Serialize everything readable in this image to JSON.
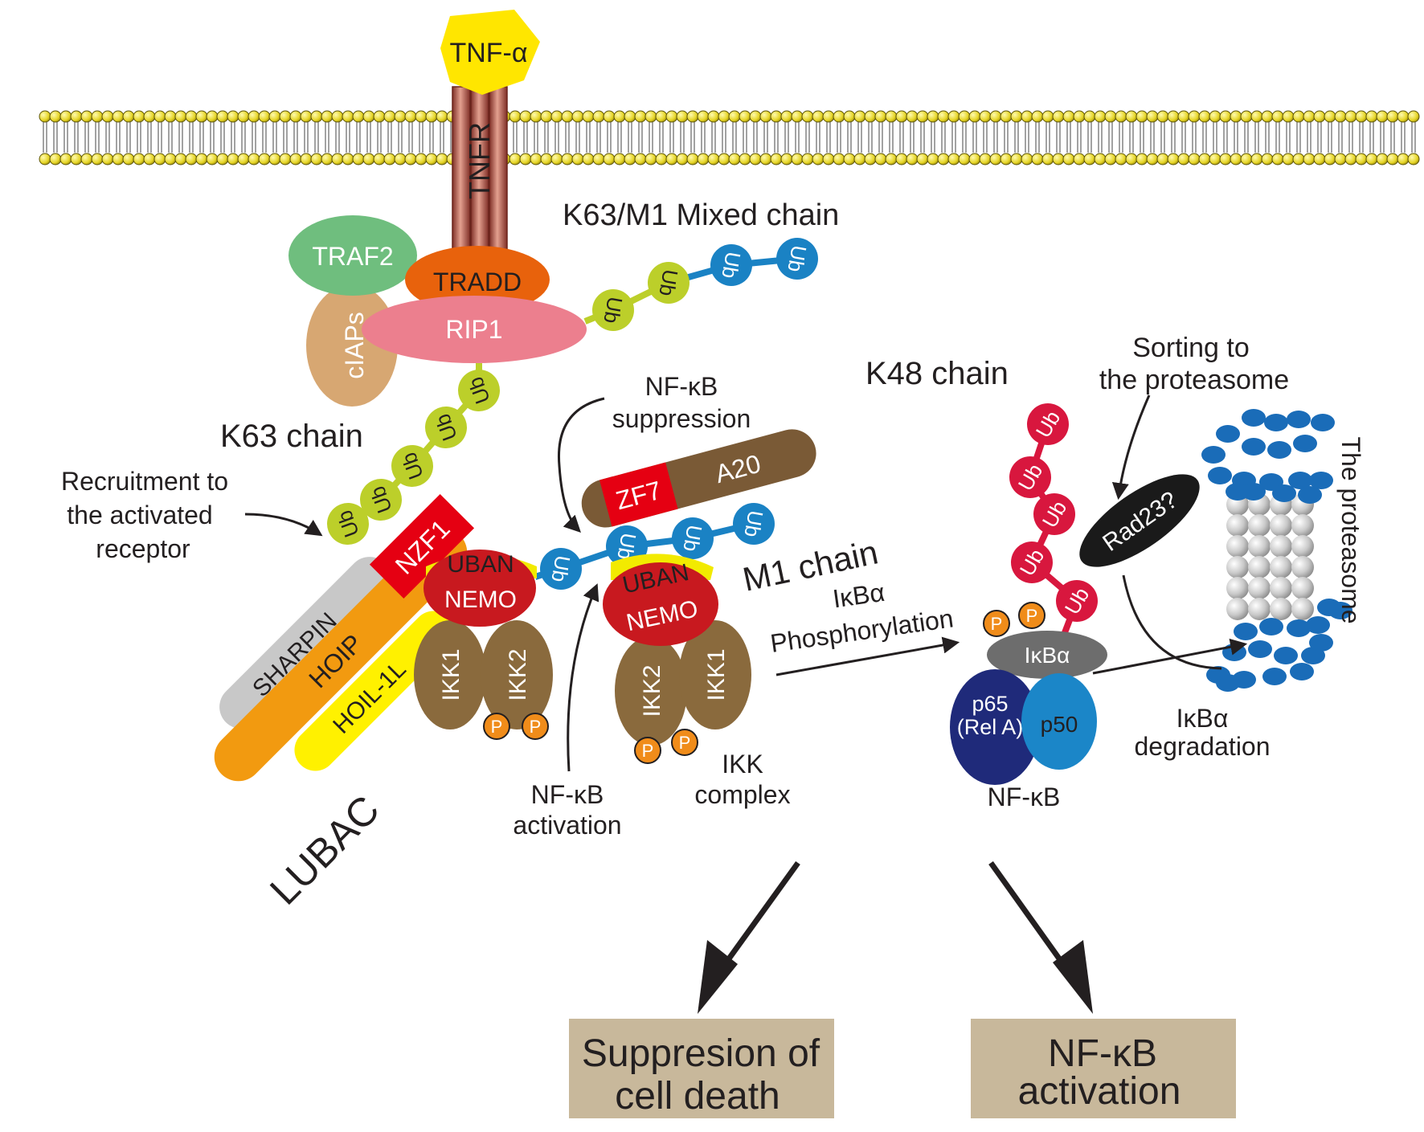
{
  "ligand": {
    "label": "TNF-α"
  },
  "receptor": {
    "label": "TNFR"
  },
  "adaptors": {
    "traf2": "TRAF2",
    "tradd": "TRADD",
    "rip1": "RIP1",
    "ciaps": "cIAPs"
  },
  "chains": {
    "k63_m1_mixed": "K63/M1 Mixed chain",
    "k63": "K63 chain",
    "m1": "M1 chain",
    "k48": "K48 chain"
  },
  "ub_label": "Ub",
  "phospho_label": "P",
  "lubac": {
    "name": "LUBAC",
    "sharpin": "SHARPIN",
    "hoip": "HOIP",
    "hoil": "HOIL-1L",
    "nzf1": "NZF1"
  },
  "recruitment": {
    "line1": "Recruitment to",
    "line2": "the activated",
    "line3": "receptor"
  },
  "ikk_left": {
    "uban": "UBAN",
    "nemo": "NEMO",
    "ikk1": "IKK1",
    "ikk2": "IKK2"
  },
  "ikk_right": {
    "uban": "UBAN",
    "nemo": "NEMO",
    "ikk1": "IKK1",
    "ikk2": "IKK2"
  },
  "a20": {
    "zf7": "ZF7",
    "name": "A20"
  },
  "nfkb_suppression": {
    "line1": "NF-κB",
    "line2": "suppression"
  },
  "nfkb_activation_note": {
    "line1": "NF-κB",
    "line2": "activation"
  },
  "ikk_complex": {
    "line1": "IKK",
    "line2": "complex"
  },
  "phosphorylation": {
    "line1": "IκBα",
    "line2": "Phosphorylation"
  },
  "ikba": "IκBα",
  "nfkb": {
    "p65_line1": "p65",
    "p65_line2": "(Rel A)",
    "p50": "p50",
    "name": "NF-κB"
  },
  "rad23": "Rad23?",
  "sorting": {
    "line1": "Sorting to",
    "line2": "the proteasome"
  },
  "proteasome_label": "The proteasome",
  "degradation": {
    "line1": "IκBα",
    "line2": "degradation"
  },
  "outcomes": {
    "left_line1": "Suppresion of",
    "left_line2": "cell death",
    "right_line1": "NF-κB",
    "right_line2": "activation"
  },
  "colors": {
    "lipid_head": "#e5d425",
    "receptor": "#b5584b",
    "ligand": "#ffe600",
    "traf2": "#6fbe7e",
    "tradd": "#e8620c",
    "rip1": "#ec7f8e",
    "ciaps": "#d7a772",
    "ub_k63": "#bccf2a",
    "ub_m1": "#1a82c4",
    "ub_k48": "#d8173e",
    "sharpin": "#c8c8c8",
    "hoip": "#f29a10",
    "hoil": "#fff100",
    "nzf1": "#e50012",
    "nemo": "#c8191f",
    "uban": "#f2ea00",
    "ikk": "#8a6a3d",
    "a20": "#7a5a36",
    "phospho": "#f08c1a",
    "ikba": "#6d6d6d",
    "p65": "#1f2a7a",
    "p50": "#1b86c8",
    "rad23": "#1a1a1a",
    "proteasome_cap": "#1a6cb8",
    "outcome_box": "#c8b89b"
  }
}
